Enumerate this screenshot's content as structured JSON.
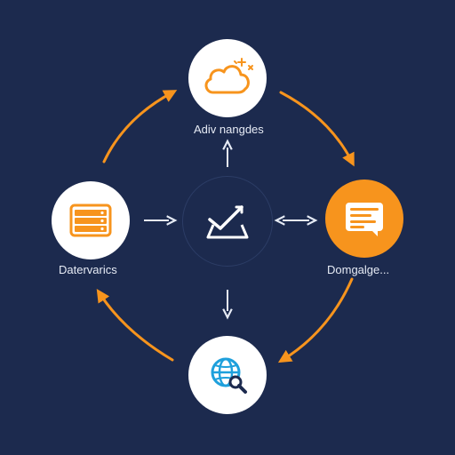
{
  "nodes": {
    "top": {
      "label": "Adiv nangdes",
      "icon": "cloud-icon"
    },
    "left": {
      "label": "Datervarics",
      "icon": "database-icon"
    },
    "right": {
      "label": "Domgalge...",
      "icon": "document-list-icon"
    },
    "bottom": {
      "icon": "globe-search-icon"
    },
    "center": {
      "icon": "checkmark-tray-icon"
    }
  },
  "colors": {
    "background": "#1c2a4e",
    "accent": "#f7941d",
    "icon_blue": "#1ea0dc",
    "connector": "#e6ebf5",
    "node_fill": "#ffffff"
  }
}
